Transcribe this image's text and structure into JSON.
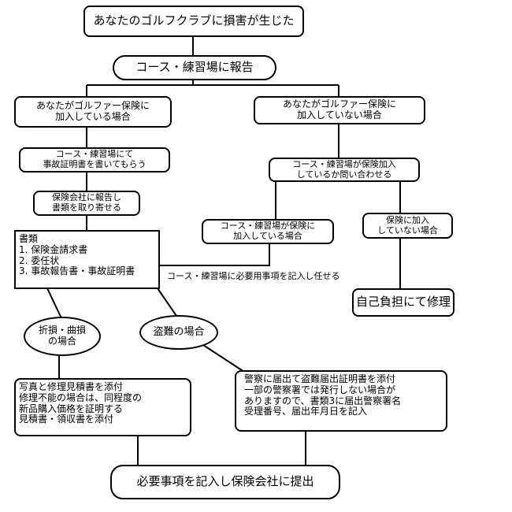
{
  "nodes": {
    "damage": "あなたのゴルフクラブに損害が生じた",
    "report_course": "コース・練習場に報告",
    "insured": "あなたがゴルファー保険に\n加入している場合",
    "not_insured": "あなたがゴルファー保険に\n加入していない場合",
    "accident_cert": "コース・練習場にて\n事故証明書を書いてもらう",
    "ask_course": "コース・練習場が保険加入\nしているか問い合わせる",
    "request_docs": "保険会社に報告し\n書類を取り寄せる",
    "course_insured": "コース・練習場が保険に\n加入している場合",
    "course_not_insured": "保険に加入\nしていない場合",
    "documents": "書類\n1. 保険金請求書\n2. 委任状\n3. 事故報告書・事故証明書",
    "self_repair": "自己負担にて修理",
    "broken": "折損・曲損\nの場合",
    "theft": "盗難の場合",
    "photo_estimate": "写真と修理見積書を添付\n修理不能の場合は、同程度の\n新品購入価格を証明する\n見積書・領収書を添付",
    "police": "警察に届出て盗難届出証明書を添付\n一部の警察署では発行しない場合が\nありますので、書類3に届出警察署名\n受理番号、届出年月日を記入",
    "submit": "必要事項を記入し保険会社に提出"
  },
  "notes": {
    "course_entrust": "コース・練習場に必要用事項を記入し任せる"
  }
}
